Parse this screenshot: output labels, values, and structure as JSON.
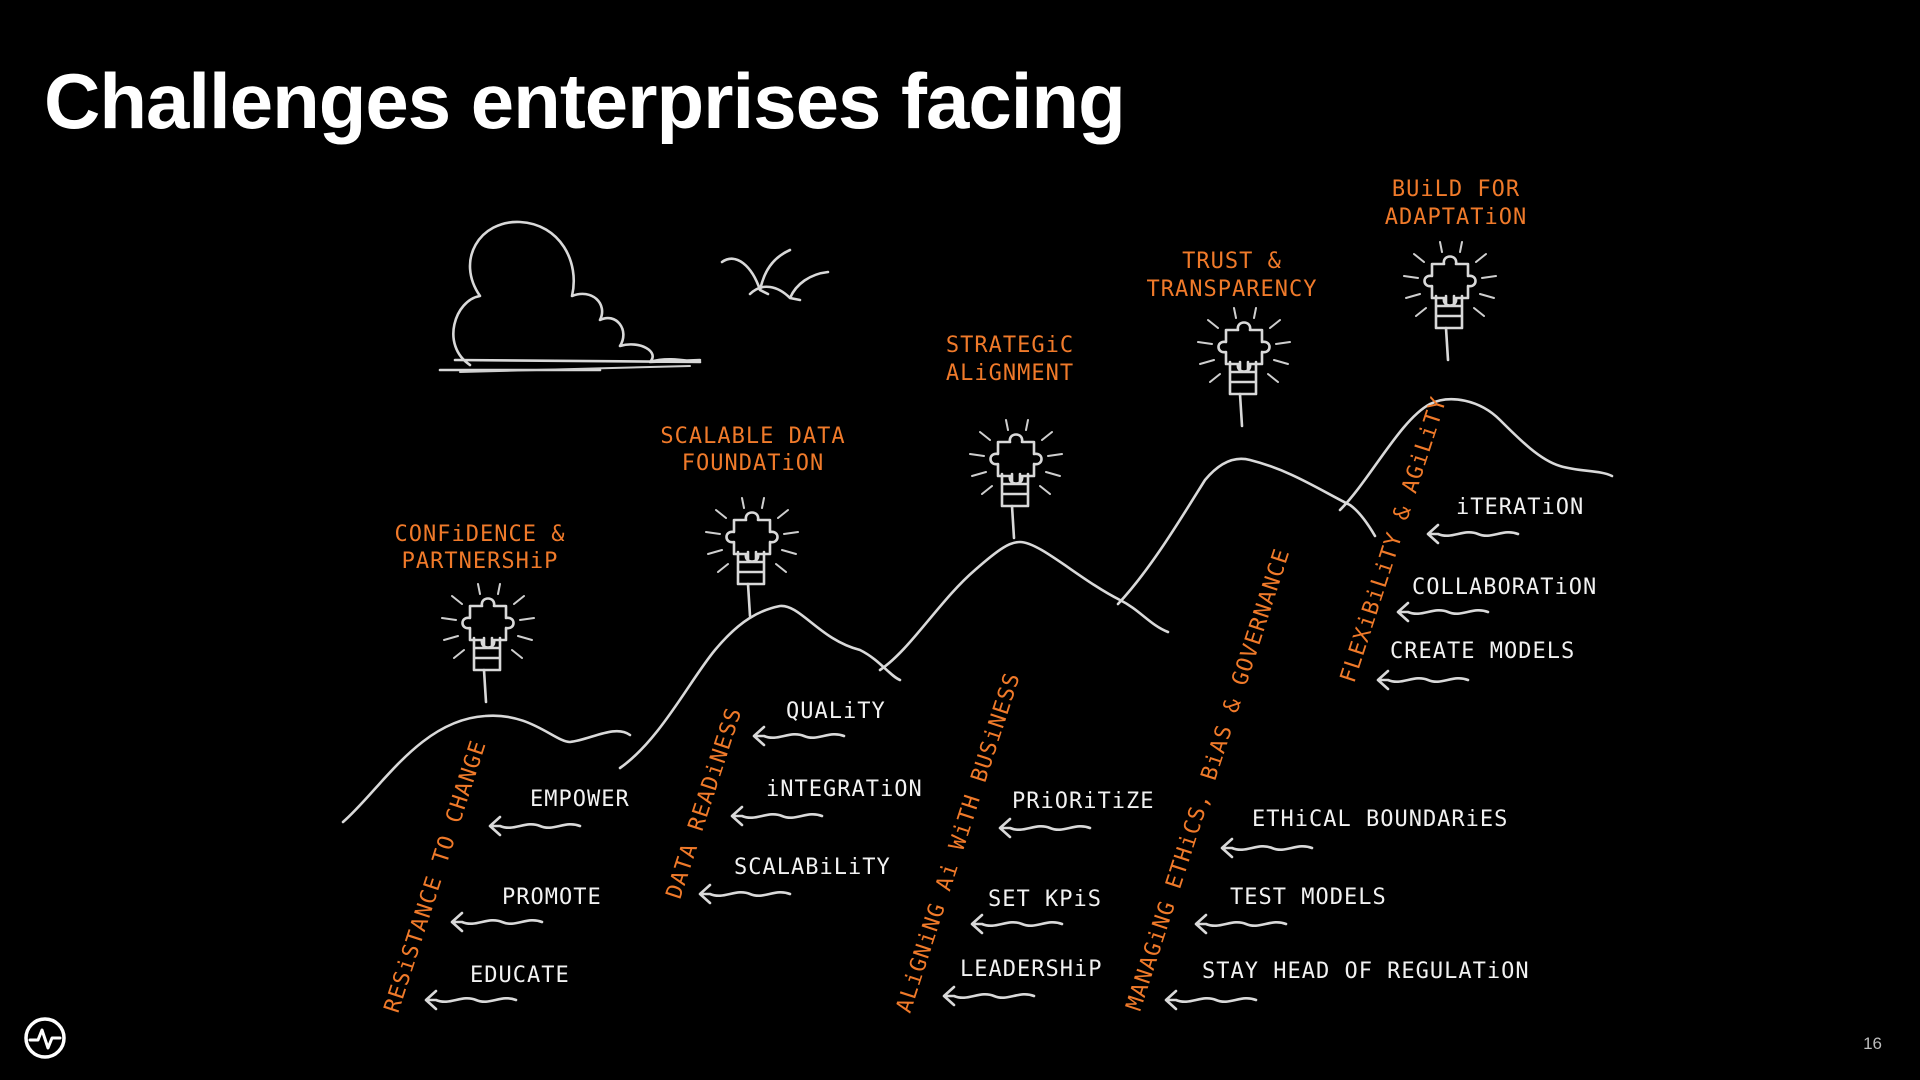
{
  "slide": {
    "title": "Challenges enterprises facing",
    "page_number": "16"
  },
  "peaks": [
    {
      "heading_line1": "CONFiDENCE &",
      "heading_line2": "PARTNERSHiP",
      "slope_label": "RESiSTANCE TO CHANGE",
      "items": [
        "EMPOWER",
        "PROMOTE",
        "EDUCATE"
      ]
    },
    {
      "heading_line1": "SCALABLE DATA",
      "heading_line2": "FOUNDATiON",
      "slope_label": "DATA READiNESS",
      "items": [
        "QUALiTY",
        "iNTEGRATiON",
        "SCALABiLiTY"
      ]
    },
    {
      "heading_line1": "STRATEGiC",
      "heading_line2": "ALiGNMENT",
      "slope_label": "ALiGNiNG Ai WiTH BUSiNESS",
      "items": [
        "PRiORiTiZE",
        "SET KPiS",
        "LEADERSHiP"
      ]
    },
    {
      "heading_line1": "TRUST &",
      "heading_line2": "TRANSPARENCY",
      "slope_label": "MANAGiNG ETHiCS, BiAS & GOVERNANCE",
      "items": [
        "ETHiCAL BOUNDARiES",
        "TEST MODELS",
        "STAY HEAD OF REGULATiON"
      ]
    },
    {
      "heading_line1": "BUiLD FOR",
      "heading_line2": "ADAPTATiON",
      "slope_label": "FLEXiBiLiTY & AGiLiTY",
      "items": [
        "iTERATiON",
        "COLLABORATiON",
        "CREATE MODELS"
      ]
    }
  ],
  "colors": {
    "background": "#000000",
    "accent_orange": "#f07a2a",
    "text_white": "#f2f2f2",
    "sketch_line": "#d9d9d9"
  },
  "icons": [
    "puzzle-piece-hand-icon",
    "cloud-icon",
    "birds-icon",
    "squiggle-arrow-icon",
    "company-logo-icon"
  ]
}
